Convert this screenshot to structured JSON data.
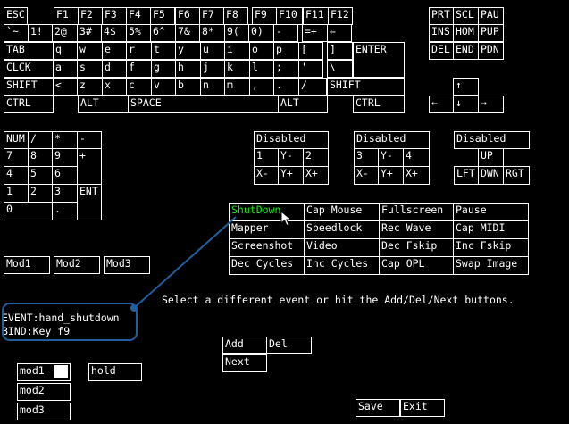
{
  "keyboard": {
    "row0": [
      "ESC",
      "F1",
      "F2",
      "F3",
      "F4",
      "F5",
      "F6",
      "F7",
      "F8",
      "F9",
      "F10",
      "F11",
      "F12"
    ],
    "row1": [
      "`~",
      "1!",
      "2@",
      "3#",
      "4$",
      "5%",
      "6^",
      "7&",
      "8*",
      "9(",
      "0)",
      "-_",
      "=+",
      "←"
    ],
    "row2": [
      "TAB",
      "q",
      "w",
      "e",
      "r",
      "t",
      "y",
      "u",
      "i",
      "o",
      "p",
      "[",
      "]",
      "ENTER"
    ],
    "row3": [
      "CLCK",
      "a",
      "s",
      "d",
      "f",
      "g",
      "h",
      "j",
      "k",
      "l",
      ";",
      "'",
      "\\"
    ],
    "row4": [
      "SHIFT",
      "<",
      "z",
      "x",
      "c",
      "v",
      "b",
      "n",
      "m",
      ",",
      ".",
      "/",
      "SHIFT"
    ],
    "row5": [
      "CTRL",
      "ALT",
      "SPACE",
      "ALT",
      "CTRL"
    ],
    "nav": [
      "PRT",
      "SCL",
      "PAU",
      "INS",
      "HOM",
      "PUP",
      "DEL",
      "END",
      "PDN"
    ],
    "arrows": [
      "↑",
      "←",
      "↓",
      "→"
    ]
  },
  "numpad": [
    "NUM",
    "/",
    "*",
    "-",
    "7",
    "8",
    "9",
    "+",
    "4",
    "5",
    "6",
    "1",
    "2",
    "3",
    "ENT",
    "0",
    "."
  ],
  "joystick": {
    "col1": [
      "Disabled",
      "1",
      "Y-",
      "2",
      "X-",
      "Y+",
      "X+"
    ],
    "col2": [
      "Disabled",
      "3",
      "Y-",
      "4",
      "X-",
      "Y+",
      "X+"
    ],
    "col3": [
      "Disabled",
      "UP",
      "LFT",
      "DWN",
      "RGT"
    ]
  },
  "events": [
    "ShutDown",
    "Cap Mouse",
    "Fullscreen",
    "Pause",
    "Mapper",
    "Speedlock",
    "Rec Wave",
    "Cap MIDI",
    "Screenshot",
    "Video",
    "Dec Fskip",
    "Inc Fskip",
    "Dec Cycles",
    "Inc Cycles",
    "Cap OPL",
    "Swap Image"
  ],
  "modkeys": [
    "Mod1",
    "Mod2",
    "Mod3"
  ],
  "instruction": "Select a different event or hit the Add/Del/Next buttons.",
  "info": {
    "event": "EVENT:hand_shutdown",
    "bind": "BIND:Key f9"
  },
  "bind_buttons": {
    "add": "Add",
    "del": "Del",
    "next": "Next"
  },
  "options": {
    "mod1": "mod1",
    "mod2": "mod2",
    "mod3": "mod3",
    "hold": "hold"
  },
  "footer": {
    "save": "Save",
    "exit": "Exit"
  },
  "colors": {
    "background": "#000000",
    "foreground": "#ffffff",
    "selected": "#19e619",
    "annotation": "#1f5fa0"
  }
}
